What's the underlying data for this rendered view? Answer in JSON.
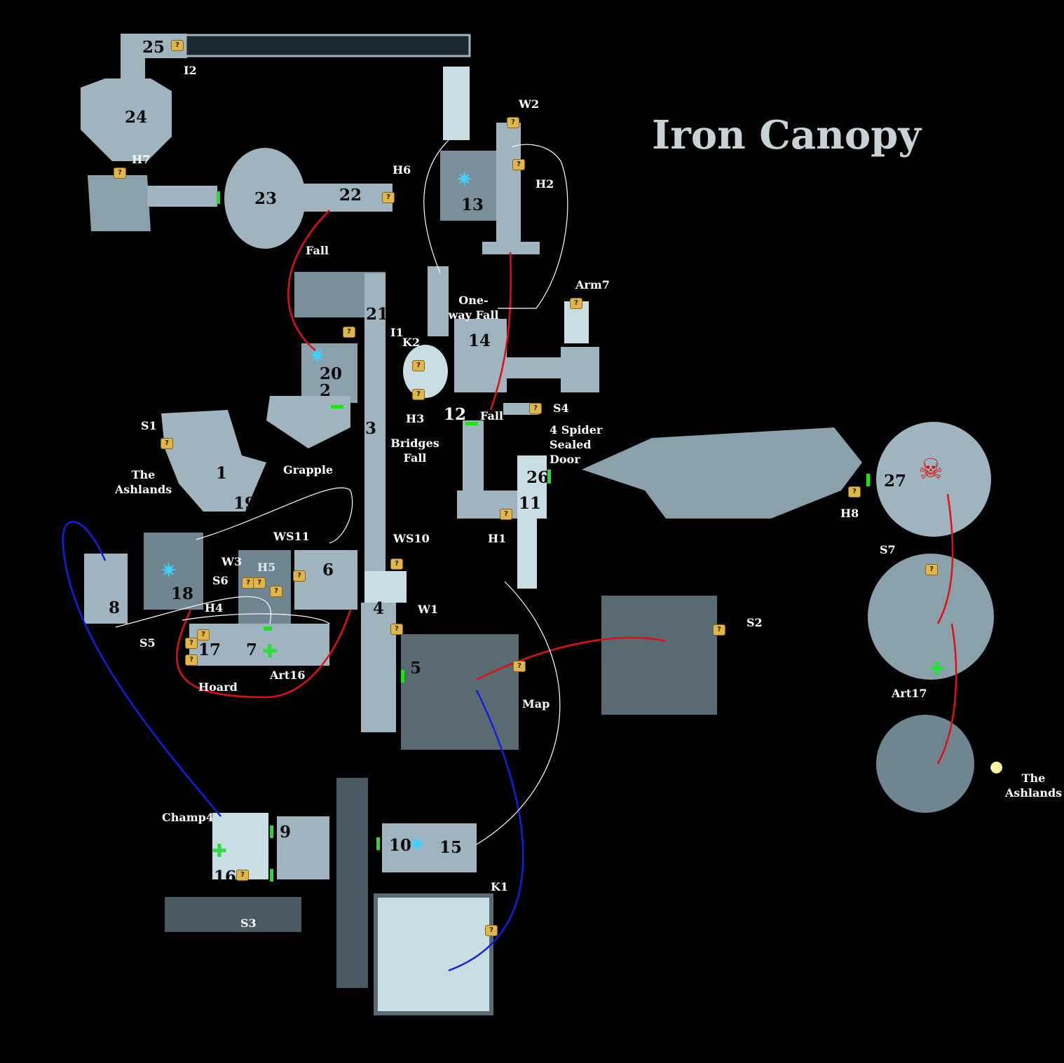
{
  "title": "Iron Canopy",
  "rooms": [
    "25",
    "24",
    "23",
    "22",
    "13",
    "21",
    "20",
    "2",
    "14",
    "12",
    "3",
    "1",
    "19",
    "18",
    "8",
    "6",
    "17",
    "7",
    "4",
    "5",
    "26",
    "11",
    "27",
    "9",
    "10",
    "15",
    "16"
  ],
  "markers": {
    "i2": "I2",
    "h7": "H7",
    "h6": "H6",
    "w2": "W2",
    "h2": "H2",
    "arm7": "Arm7",
    "i1": "I1",
    "k2": "K2",
    "h3": "H3",
    "s4": "S4",
    "s1": "S1",
    "ashlands_left": "The Ashlands",
    "grapple": "Grapple",
    "bridges_fall": "Bridges Fall",
    "spider_door": "4 Spider Sealed Door",
    "h8": "H8",
    "h1": "H1",
    "ws11": "WS11",
    "ws10": "WS10",
    "w3": "W3",
    "h5": "H5",
    "s6": "S6",
    "h4": "H4",
    "s5": "S5",
    "hoard": "Hoard",
    "art16": "Art16",
    "w1": "W1",
    "map": "Map",
    "s2": "S2",
    "s7": "S7",
    "art17": "Art17",
    "ashlands_right": "The Ashlands",
    "champ4": "Champ4",
    "s3": "S3",
    "k1": "K1",
    "fall_top": "Fall",
    "fall_mid": "Fall",
    "oneway_fall": "One-way Fall"
  },
  "colors": {
    "room": "#9fb4bf",
    "room_light": "#c9dde5",
    "room_dark": "#6f8590",
    "path_red": "#e01010",
    "path_blue": "#1020e0",
    "door": "#20e020"
  }
}
